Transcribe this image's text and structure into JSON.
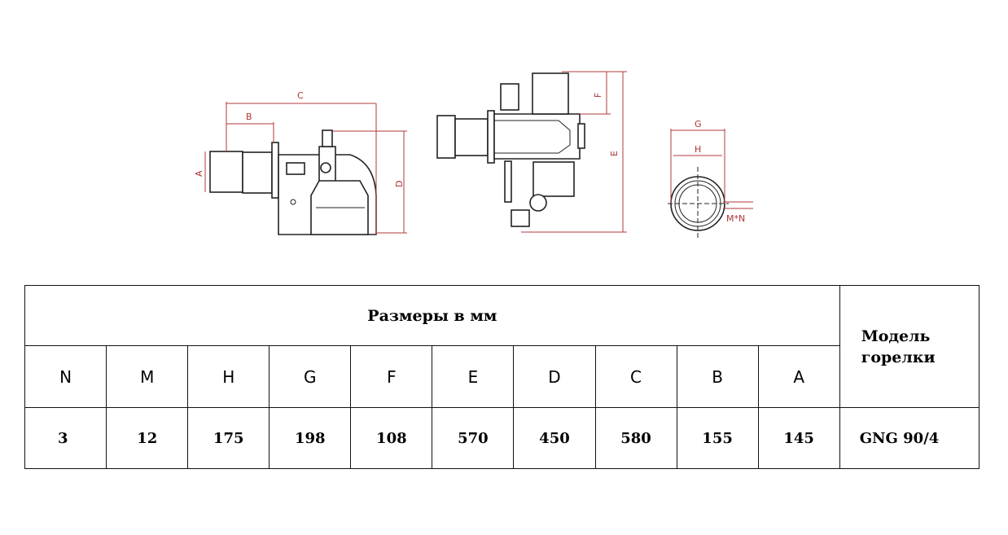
{
  "drawing": {
    "labels": {
      "A": "A",
      "B": "B",
      "C": "C",
      "D": "D",
      "E": "E",
      "F": "F",
      "G": "G",
      "H": "H",
      "MN": "M*N"
    },
    "dimension_color": "#b03a3a"
  },
  "table": {
    "title": "Размеры в мм",
    "model_header": "Модель горелки",
    "columns": [
      "N",
      "M",
      "H",
      "G",
      "F",
      "E",
      "D",
      "C",
      "B",
      "A"
    ],
    "rows": [
      {
        "values": [
          "3",
          "12",
          "175",
          "198",
          "108",
          "570",
          "450",
          "580",
          "155",
          "145"
        ],
        "model": "GNG 90/4"
      }
    ]
  }
}
